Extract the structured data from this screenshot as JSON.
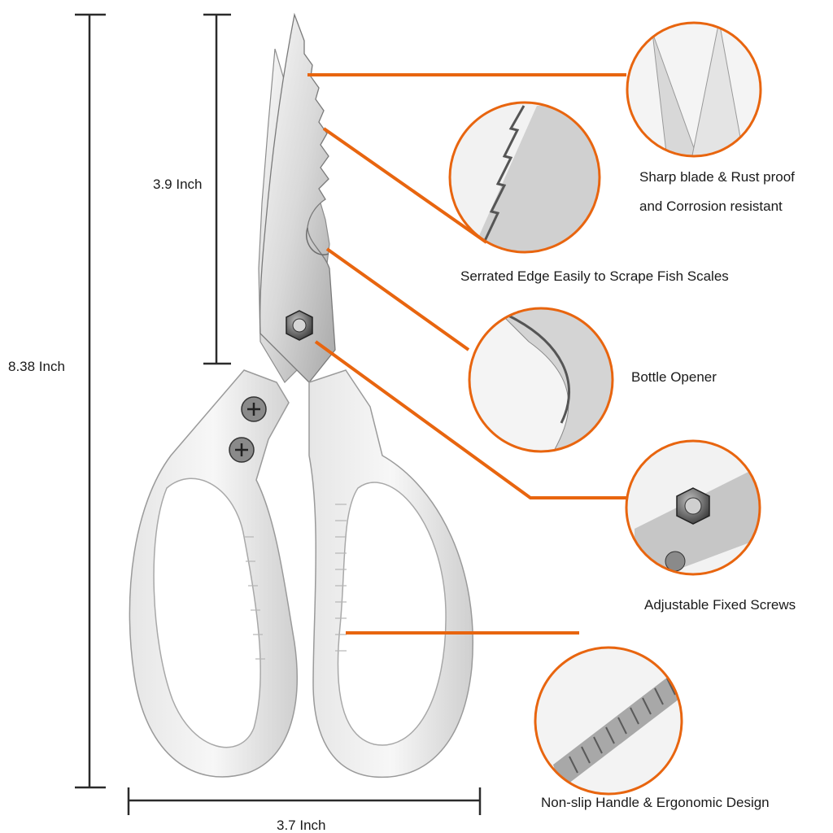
{
  "dimensions": {
    "height": "8.38 Inch",
    "blade_length": "3.9 Inch",
    "width": "3.7 Inch"
  },
  "features": [
    {
      "label": "Sharp blade & Rust proof\nand Corrosion resistant"
    },
    {
      "label": "Serrated Edge Easily to Scrape Fish Scales"
    },
    {
      "label": "Bottle Opener"
    },
    {
      "label": "Adjustable Fixed Screws"
    },
    {
      "label": "Non-slip Handle & Ergonomic Design"
    }
  ],
  "colors": {
    "callout": "#e8650f",
    "dimension_line": "#2b2b2b",
    "metal_light": "#f2f2f2",
    "metal_dark": "#9a9a9a"
  },
  "icons": {
    "product": "kitchen-scissors-icon",
    "pivot": "hex-nut-icon",
    "rivet": "phillips-screw-icon"
  }
}
